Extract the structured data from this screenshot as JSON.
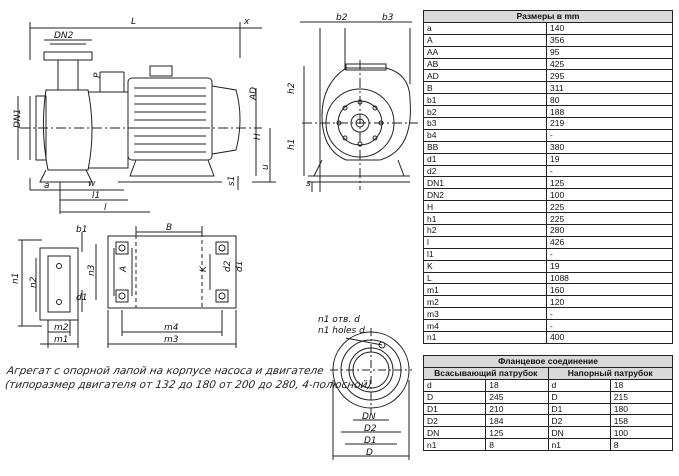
{
  "dimensions_table": {
    "title": "Размеры в mm",
    "rows": [
      [
        "a",
        "140"
      ],
      [
        "A",
        "356"
      ],
      [
        "AA",
        "95"
      ],
      [
        "AB",
        "425"
      ],
      [
        "AD",
        "295"
      ],
      [
        "B",
        "311"
      ],
      [
        "b1",
        "80"
      ],
      [
        "b2",
        "188"
      ],
      [
        "b3",
        "219"
      ],
      [
        "b4",
        "-"
      ],
      [
        "BB",
        "380"
      ],
      [
        "d1",
        "19"
      ],
      [
        "d2",
        "-"
      ],
      [
        "DN1",
        "125"
      ],
      [
        "DN2",
        "100"
      ],
      [
        "H",
        "225"
      ],
      [
        "h1",
        "225"
      ],
      [
        "h2",
        "280"
      ],
      [
        "l",
        "426"
      ],
      [
        "l1",
        "-"
      ],
      [
        "K",
        "19"
      ],
      [
        "L",
        "1088"
      ],
      [
        "m1",
        "160"
      ],
      [
        "m2",
        "120"
      ],
      [
        "m3",
        "-"
      ],
      [
        "m4",
        "-"
      ],
      [
        "n1",
        "400"
      ]
    ]
  },
  "flange_table": {
    "title": "Фланцевое соединение",
    "suction_header": "Всасывающий патрубок",
    "discharge_header": "Напорный патрубок",
    "rows": [
      [
        "d",
        "18",
        "d",
        "18"
      ],
      [
        "D",
        "245",
        "D",
        "215"
      ],
      [
        "D1",
        "210",
        "D1",
        "180"
      ],
      [
        "D2",
        "184",
        "D2",
        "158"
      ],
      [
        "DN",
        "125",
        "DN",
        "100"
      ],
      [
        "n1",
        "8",
        "n1",
        "8"
      ]
    ]
  },
  "caption": {
    "line1": "Агрегат с опорной лапой на корпусе насоса и двигателе",
    "line2": "(типоразмер двигателя от 132 до 180 от 200 до 280, 4-полюсной)"
  },
  "labels": {
    "holes_ru": "n1 отв. d",
    "holes_en": "n1 holes d",
    "L": "L",
    "x": "x",
    "DN2": "DN2",
    "DN1": "DN1",
    "P": "P",
    "AD": "AD",
    "H": "H",
    "u": "u",
    "s1": "s1",
    "a": "a",
    "w": "w",
    "l1": "l1",
    "l": "l",
    "b2": "b2",
    "b3": "b3",
    "h2": "h2",
    "h1": "h1",
    "s": "s",
    "b1": "b1",
    "n1": "n1",
    "n2": "n2",
    "n3": "n3",
    "m1": "m1",
    "m2": "m2",
    "m3": "m3",
    "m4": "m4",
    "B": "B",
    "A": "A",
    "K": "K",
    "d1": "d1",
    "d2": "d2",
    "D": "D",
    "D1": "D1",
    "D2": "D2",
    "DN": "DN"
  }
}
